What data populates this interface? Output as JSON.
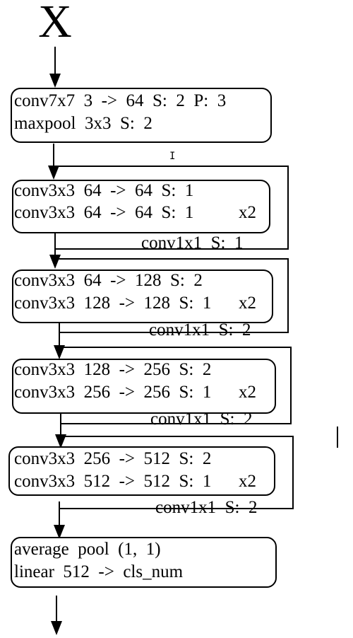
{
  "input_label": "X",
  "stem": {
    "line1": "conv7x7  3  ->  64  S:  2  P:  3",
    "line2": "maxpool  3x3  S:  2"
  },
  "stage1": {
    "line1": "conv3x3  64  ->  64  S:  1",
    "line2": "conv3x3  64  ->  64  S:  1",
    "repeat": "x2",
    "shortcut": "conv1x1  S:  1"
  },
  "stage2": {
    "line1": "conv3x3  64  ->  128  S:  2",
    "line2": "conv3x3  128  ->  128  S:  1",
    "repeat": "x2",
    "shortcut": "conv1x1  S:  2"
  },
  "stage3": {
    "line1": "conv3x3  128  ->  256  S:  2",
    "line2": "conv3x3  256  ->  256  S:  1",
    "repeat": "x2",
    "shortcut": "conv1x1  S:  2"
  },
  "stage4": {
    "line1": "conv3x3  256  ->  512  S:  2",
    "line2": "conv3x3  512  ->  512  S:  1",
    "repeat": "x2",
    "shortcut": "conv1x1  S:  2"
  },
  "head": {
    "line1": "average  pool  (1,  1)",
    "line2": "linear  512  ->  cls_num"
  },
  "cursor_glyph": "I"
}
